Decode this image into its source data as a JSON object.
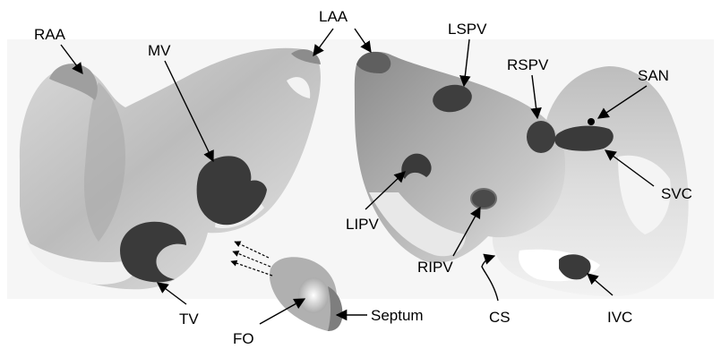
{
  "figure": {
    "labels": {
      "raa": "RAA",
      "mv": "MV",
      "laa": "LAA",
      "lspv": "LSPV",
      "rspv": "RSPV",
      "san": "SAN",
      "svc": "SVC",
      "lipv": "LIPV",
      "ripv": "RIPV",
      "cs": "CS",
      "ivc": "IVC",
      "tv": "TV",
      "fo": "FO",
      "septum": "Septum"
    },
    "colors": {
      "background_panel": "#f6f6f6",
      "surface_light": "#eeeeee",
      "surface_mid": "#bdbdbd",
      "surface_dark": "#7a7a7a",
      "opening": "#3a3a3a",
      "text": "#000000"
    }
  }
}
